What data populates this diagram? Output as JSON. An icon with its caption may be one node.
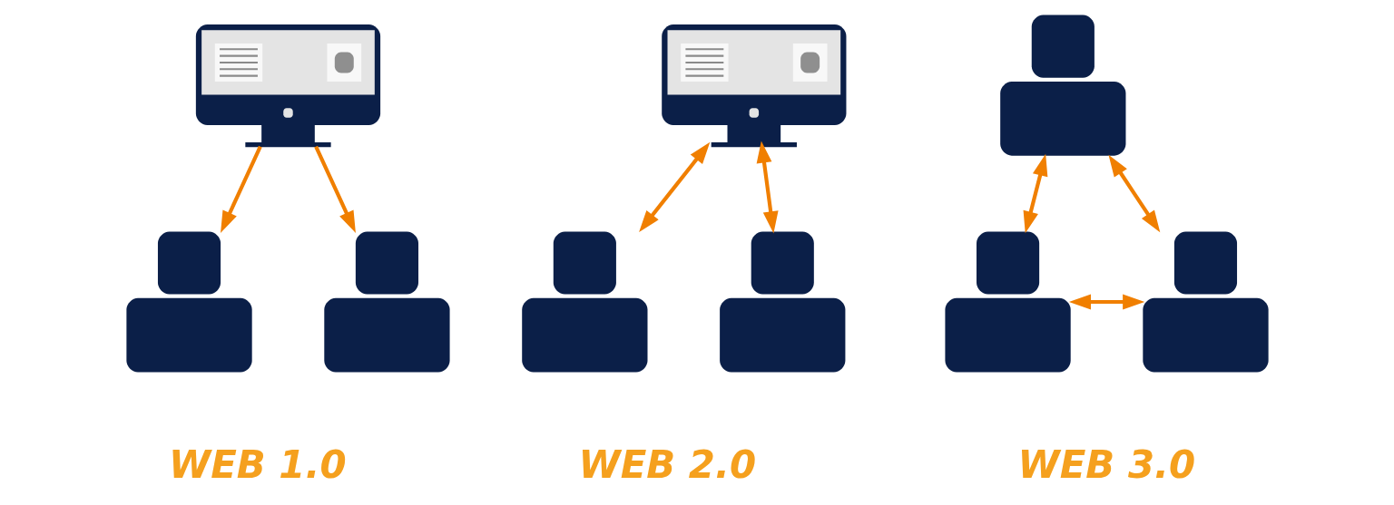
{
  "diagram": {
    "nodes": [
      {
        "text": [],
        "shape": "monitor"
      },
      {
        "text": [],
        "shape": "person"
      },
      {
        "text": [],
        "shape": "person"
      },
      {
        "text": [],
        "shape": "monitor"
      },
      {
        "text": [],
        "shape": "person"
      },
      {
        "text": [],
        "shape": "person"
      },
      {
        "text": [],
        "shape": "person"
      },
      {
        "text": [],
        "shape": "person"
      },
      {
        "text": [],
        "shape": "person"
      }
    ],
    "edges": [
      {
        "from": 0,
        "to": 1,
        "arrow": "to"
      },
      {
        "from": 0,
        "to": 2,
        "arrow": "to"
      },
      {
        "from": 3,
        "to": 4,
        "arrow": "both"
      },
      {
        "from": 3,
        "to": 5,
        "arrow": "both"
      },
      {
        "from": 6,
        "to": 7,
        "arrow": "both"
      },
      {
        "from": 6,
        "to": 8,
        "arrow": "both"
      },
      {
        "from": 7,
        "to": 8,
        "arrow": "both"
      }
    ],
    "labels": [
      "WEB 1.0",
      "WEB 2.0",
      "WEB 3.0"
    ]
  }
}
